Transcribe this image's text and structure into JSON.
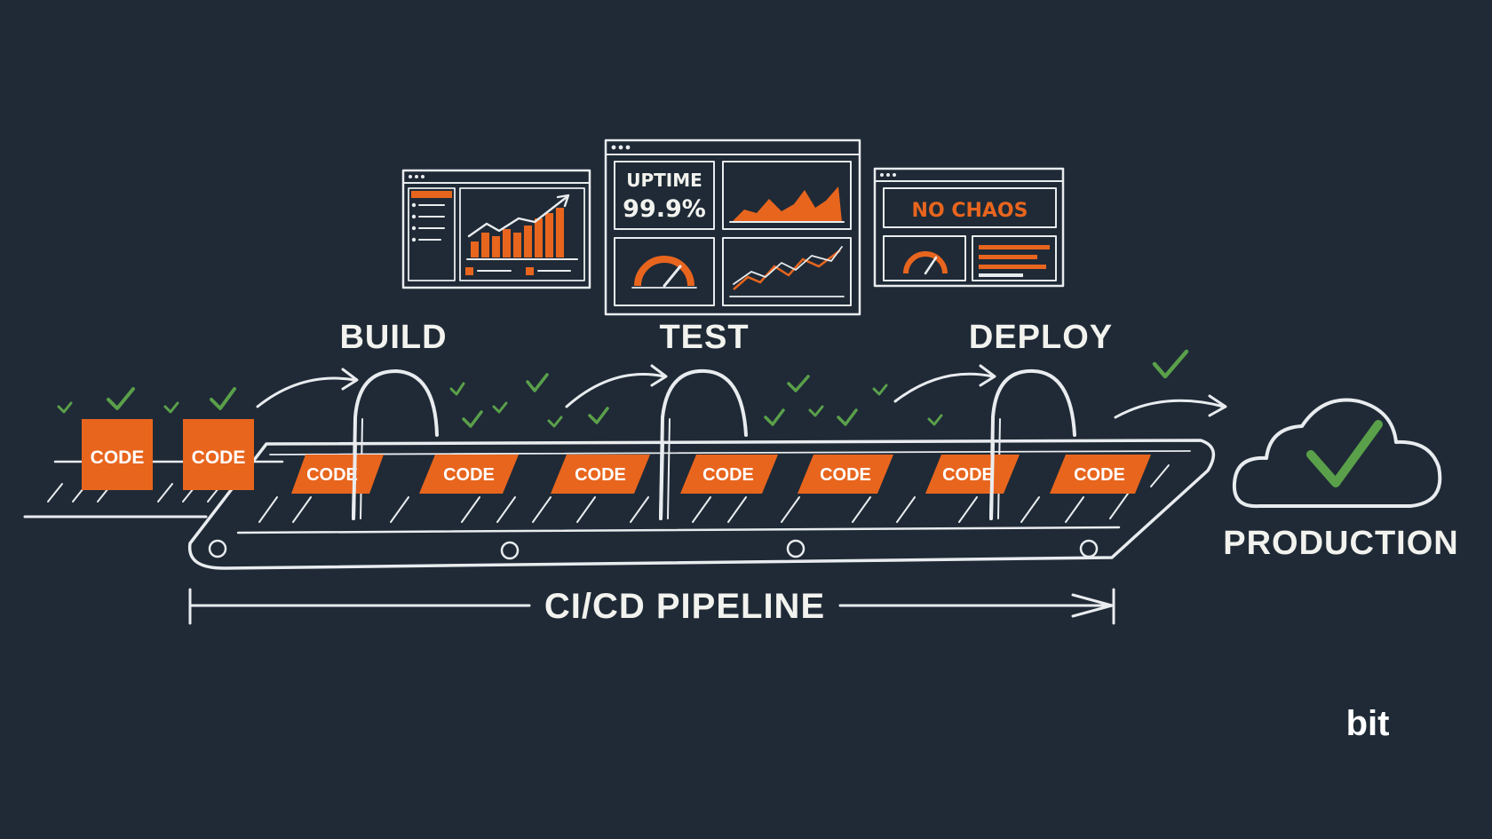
{
  "stages": [
    {
      "label": "BUILD"
    },
    {
      "label": "TEST"
    },
    {
      "label": "DEPLOY"
    }
  ],
  "code_block_label": "CODE",
  "destination": {
    "label": "PRODUCTION"
  },
  "pipeline": {
    "label": "CI/CD PIPELINE"
  },
  "monitors": {
    "uptime_label": "UPTIME",
    "uptime_value": "99.9%",
    "status_text": "NO CHAOS"
  },
  "brand": {
    "logo_text": "bit"
  },
  "colors": {
    "background": "#1f2a36",
    "chalk": "#e9ecef",
    "accent_orange": "#e8651e",
    "check_green": "#5aa04a"
  }
}
